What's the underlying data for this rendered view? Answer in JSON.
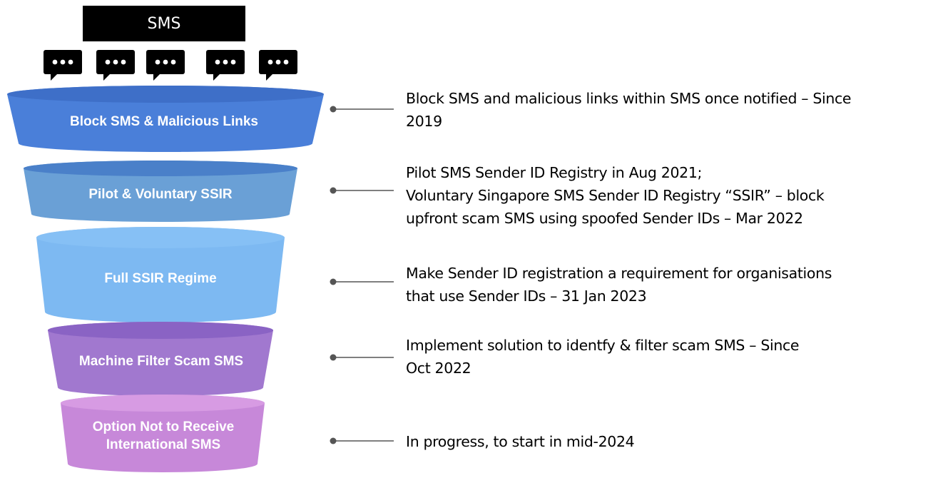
{
  "header": {
    "title": "SMS"
  },
  "bubbles": [
    {
      "icon": "chat-bubble-icon",
      "text": "•••"
    },
    {
      "icon": "chat-bubble-icon",
      "text": "•••"
    },
    {
      "icon": "chat-bubble-icon",
      "text": "•••"
    },
    {
      "icon": "chat-bubble-icon",
      "text": "•••"
    },
    {
      "icon": "chat-bubble-icon",
      "text": "•••"
    }
  ],
  "tiers": [
    {
      "label": "Block SMS & Malicious Links",
      "color": "#4a7fd9",
      "top_color": "#3e6fc8",
      "description": [
        "Block SMS and malicious links within SMS once notified – Since",
        "2019"
      ]
    },
    {
      "label": "Pilot & Voluntary SSIR",
      "color": "#6aa0d6",
      "top_color": "#4a80c9",
      "description": [
        "Pilot SMS Sender ID Registry in Aug 2021;",
        "Voluntary Singapore SMS Sender ID Registry “SSIR” – block",
        "upfront scam SMS using spoofed Sender IDs – Mar 2022"
      ]
    },
    {
      "label": "Full SSIR Regime",
      "color": "#7db9f2",
      "top_color": "#86c0f5",
      "description": [
        "Make Sender ID registration a requirement for organisations",
        "that use Sender IDs – 31 Jan 2023"
      ]
    },
    {
      "label": "Machine Filter Scam SMS",
      "color": "#a178cf",
      "top_color": "#8a63c4",
      "description": [
        "Implement solution to identfy & filter scam SMS – Since",
        "Oct 2022"
      ]
    },
    {
      "label": [
        "Option Not to Receive",
        "International SMS"
      ],
      "color": "#c788d9",
      "top_color": "#d79be3",
      "description": [
        "In progress, to start in mid-2024"
      ]
    }
  ],
  "connector_color": "#555555"
}
